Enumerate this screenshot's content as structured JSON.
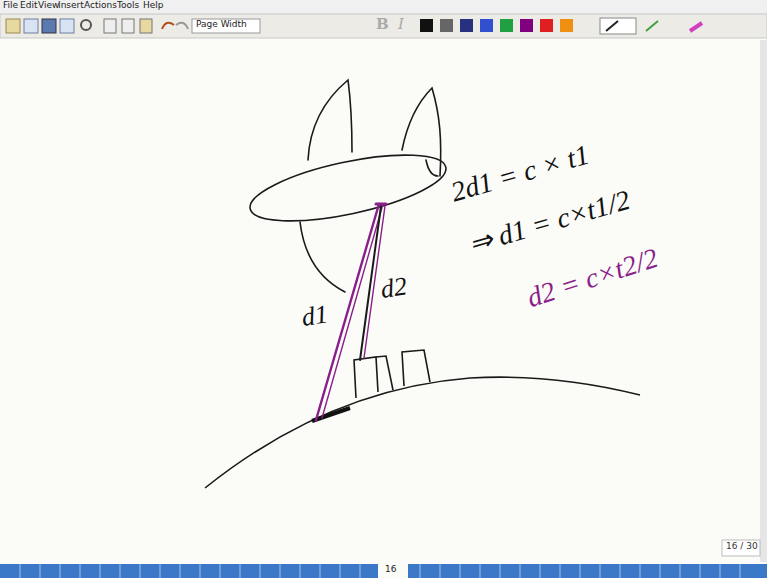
{
  "diagram": {
    "labels": [
      "File",
      "Edit",
      "View",
      "Insert",
      "Actions",
      "Tools",
      "Help",
      "Page Width",
      "B",
      "I",
      "d1",
      "d2",
      "2d1 = c × t1",
      "⇒ d1 = c×t1/2",
      "d2 = c×t2/2",
      "16 / 30",
      "16"
    ]
  }
}
